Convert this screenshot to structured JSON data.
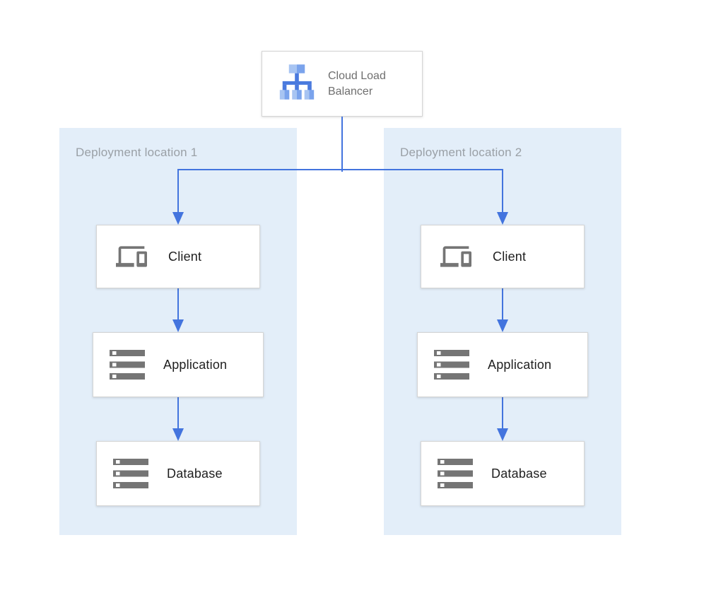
{
  "diagram": {
    "load_balancer": {
      "label": "Cloud Load Balancer"
    },
    "zones": [
      {
        "label": "Deployment location 1",
        "nodes": [
          {
            "label": "Client",
            "icon": "devices-icon"
          },
          {
            "label": "Application",
            "icon": "server-stack-icon"
          },
          {
            "label": "Database",
            "icon": "server-stack-icon"
          }
        ]
      },
      {
        "label": "Deployment location 2",
        "nodes": [
          {
            "label": "Client",
            "icon": "devices-icon"
          },
          {
            "label": "Application",
            "icon": "server-stack-icon"
          },
          {
            "label": "Database",
            "icon": "server-stack-icon"
          }
        ]
      }
    ],
    "colors": {
      "zone_background": "#e3eef9",
      "arrow_blue": "#4374de",
      "icon_gray": "#757575",
      "lb_icon_blue_light": "#a7c4f2",
      "lb_icon_blue_medium": "#7aa3ec",
      "lb_icon_blue_strong": "#4a7ade",
      "box_border": "#d5d5d5",
      "zone_label_text": "#9aa0a6",
      "node_label_text": "#1f1f1f",
      "lb_label_text": "#6f6f6f"
    }
  }
}
